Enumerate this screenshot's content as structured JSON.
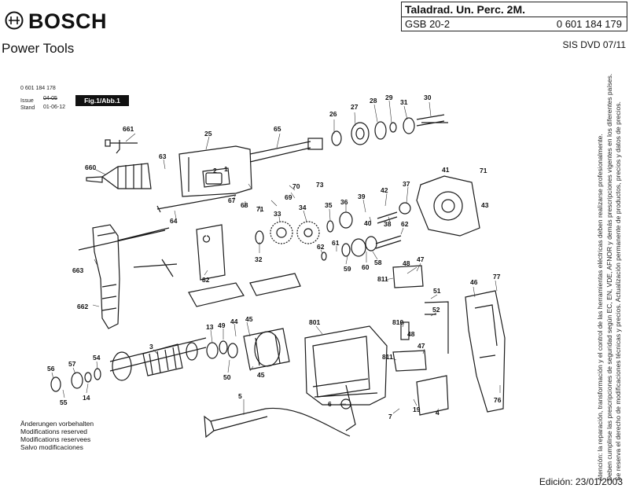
{
  "header": {
    "brand": "BOSCH",
    "subtitle": "Power Tools",
    "title": "Taladrad. Un. Perc. 2M.",
    "model": "GSB 20-2",
    "part_number": "0 601 184 179",
    "sis_code": "SIS DVD 07/11"
  },
  "doc_info": {
    "doc_number": "0 601 184 178",
    "issue_label": "Issue",
    "issue_value": "04-05",
    "stand_label": "Stand",
    "stand_value": "01-06-12",
    "figure_label": "Fig.1/Abb.1"
  },
  "notes": [
    "Änderungen vorbehalten",
    "Modifications reserved",
    "Modifications reservees",
    "Salvo modificaciones"
  ],
  "edition": "Edición: 23/01/2003",
  "side_notice": [
    "Atención: la reparación, transformación y el control de las herramientas eléctricas deben realizarse profesionalmente.",
    "Deben cumplirse las prescripciones de seguridad según EC, EN, VDE, AFNOR y demás prescripciones vigentes en los diferentes países.",
    "Se reserva el derecho de modificaciones técnicas y precios. Actualización permanente de productos, precios y datos de precios."
  ],
  "callouts": [
    "661",
    "25",
    "65",
    "26",
    "27",
    "28",
    "29",
    "31",
    "30",
    "660",
    "63",
    "1",
    "2",
    "70",
    "69",
    "67",
    "68",
    "71",
    "73",
    "41",
    "71",
    "64",
    "42",
    "39",
    "37",
    "35",
    "36",
    "34",
    "33",
    "40",
    "38",
    "43",
    "62",
    "61",
    "62",
    "32",
    "82",
    "60",
    "58",
    "59",
    "48",
    "47",
    "811",
    "51",
    "663",
    "52",
    "662",
    "46",
    "77",
    "5",
    "801",
    "45",
    "44",
    "49",
    "13",
    "3",
    "45",
    "50",
    "54",
    "57",
    "56",
    "55",
    "14",
    "810",
    "48",
    "47",
    "811",
    "4",
    "19",
    "6",
    "7",
    "76"
  ]
}
